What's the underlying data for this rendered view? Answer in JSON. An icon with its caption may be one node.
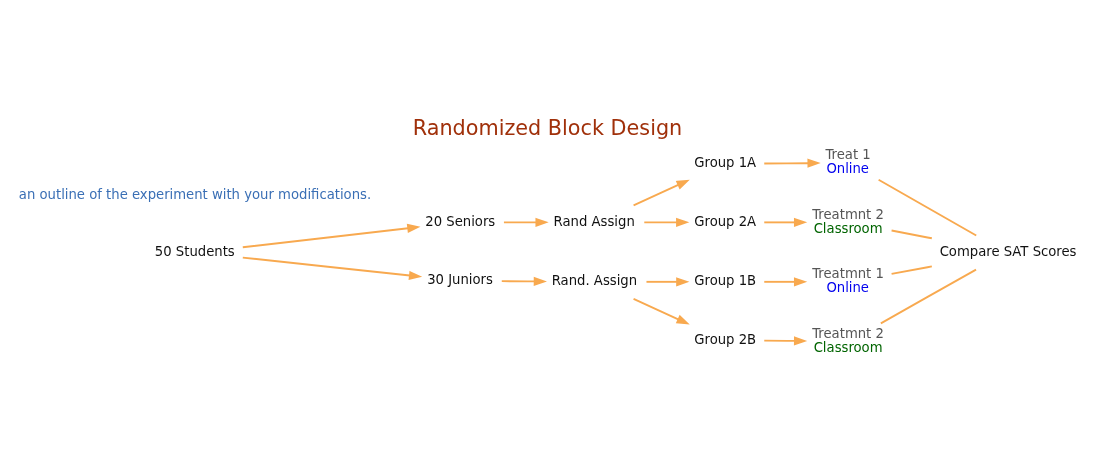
{
  "diagram": {
    "title": "Randomized Block Design",
    "nodes": [
      {
        "text": [
          "50 Students"
        ]
      },
      {
        "text": [
          "20 Seniors"
        ]
      },
      {
        "text": [
          "30 Juniors"
        ]
      },
      {
        "text": [
          "Rand Assign"
        ]
      },
      {
        "text": [
          "Rand. Assign"
        ]
      },
      {
        "text": [
          "Group 1A"
        ]
      },
      {
        "text": [
          "Group 2A"
        ]
      },
      {
        "text": [
          "Group 1B"
        ]
      },
      {
        "text": [
          "Group 2B"
        ]
      },
      {
        "text": [
          "Treat 1",
          "Online"
        ]
      },
      {
        "text": [
          "Treatmnt 2",
          "Classroom"
        ]
      },
      {
        "text": [
          "Treatmnt 1",
          "Online"
        ]
      },
      {
        "text": [
          "Treatmnt 2",
          "Classroom"
        ]
      },
      {
        "text": [
          "Compare SAT Scores"
        ]
      }
    ],
    "edges": [
      {
        "from": 0,
        "to": 1,
        "arrow": "to"
      },
      {
        "from": 0,
        "to": 2,
        "arrow": "to"
      },
      {
        "from": 1,
        "to": 3,
        "arrow": "to"
      },
      {
        "from": 2,
        "to": 4,
        "arrow": "to"
      },
      {
        "from": 3,
        "to": 5,
        "arrow": "to"
      },
      {
        "from": 3,
        "to": 6,
        "arrow": "to"
      },
      {
        "from": 4,
        "to": 7,
        "arrow": "to"
      },
      {
        "from": 4,
        "to": 8,
        "arrow": "to"
      },
      {
        "from": 5,
        "to": 9,
        "arrow": "to"
      },
      {
        "from": 6,
        "to": 10,
        "arrow": "to"
      },
      {
        "from": 7,
        "to": 11,
        "arrow": "to"
      },
      {
        "from": 8,
        "to": 12,
        "arrow": "to"
      },
      {
        "from": 9,
        "to": 13,
        "arrow": "none"
      },
      {
        "from": 10,
        "to": 13,
        "arrow": "none"
      },
      {
        "from": 11,
        "to": 13,
        "arrow": "none"
      },
      {
        "from": 12,
        "to": 13,
        "arrow": "none"
      }
    ],
    "labels": [
      "an outline of the experiment with your modifications."
    ]
  }
}
